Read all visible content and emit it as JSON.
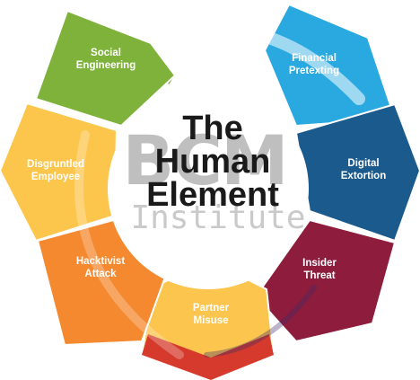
{
  "title": {
    "line1": "The",
    "line2": "Human",
    "line3": "Element"
  },
  "watermark": {
    "main": "BCM",
    "sub": "Institute"
  },
  "segments": [
    {
      "id": "social-engineering",
      "line1": "Social",
      "line2": "Engineering",
      "color": "#7fb23a",
      "shade": "#6a9a2e"
    },
    {
      "id": "financial-pretexting",
      "line1": "Financial",
      "line2": "Pretexting",
      "color": "#2aa9e0",
      "shade": "#1b8dc2"
    },
    {
      "id": "digital-extortion",
      "line1": "Digital",
      "line2": "Extortion",
      "color": "#1b5a8c",
      "shade": "#134670"
    },
    {
      "id": "insider-threat",
      "line1": "Insider",
      "line2": "Threat",
      "color": "#8e1c3c",
      "shade": "#72152f"
    },
    {
      "id": "partner-misuse",
      "line1": "Partner",
      "line2": "Misuse",
      "color": "#fbc54e",
      "shade": "#d63a2c"
    },
    {
      "id": "hacktivist-attack",
      "line1": "Hacktivist",
      "line2": "Attack",
      "color": "#f4892f",
      "shade": "#d96f1c"
    },
    {
      "id": "disgruntled-employee",
      "line1": "Disgruntled",
      "line2": "Employee",
      "color": "#fcc64d",
      "shade": "#e8a928"
    }
  ]
}
